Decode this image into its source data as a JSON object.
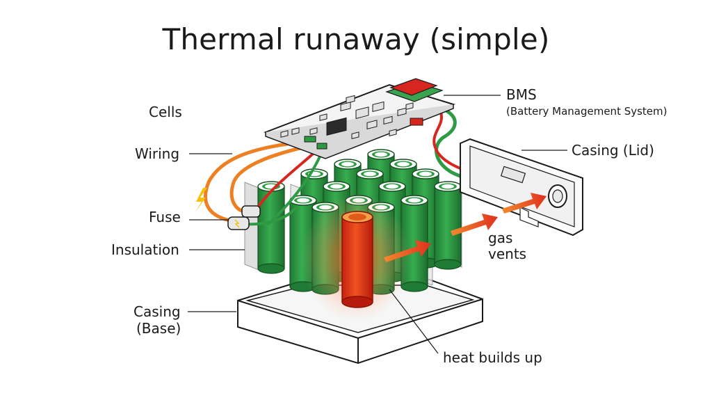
{
  "title": "Thermal runaway (simple)",
  "labels": {
    "cells": "Cells",
    "wiring": "Wiring",
    "fuse": "Fuse",
    "insulation": "Insulation",
    "casing_base_line1": "Casing",
    "casing_base_line2": "(Base)",
    "bms": "BMS",
    "bms_full": "(Battery Management System)",
    "casing_lid": "Casing (Lid)",
    "gas_line1": "gas",
    "gas_line2": "vents",
    "heat": "heat builds up"
  },
  "colors": {
    "cell_green": "#2e9e45",
    "cell_dark": "#1f7a33",
    "hot_red": "#e8331f",
    "hot_orange": "#f07a24",
    "wire_orange": "#ee7f22",
    "wire_red": "#d6261f",
    "wire_green": "#2f9a44",
    "board": "#f4f4f4",
    "ink": "#1a1a1a"
  }
}
